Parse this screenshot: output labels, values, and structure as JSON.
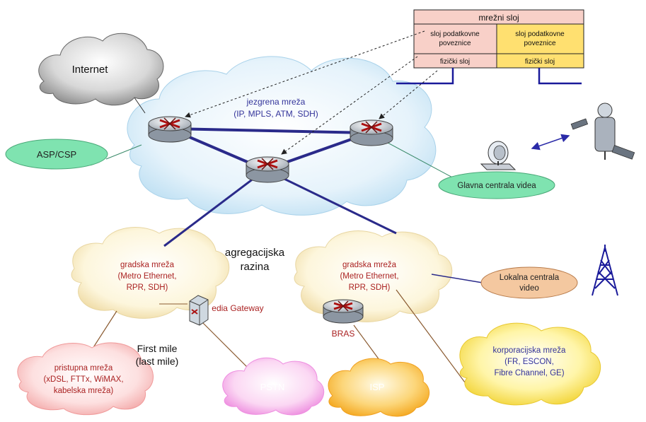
{
  "layers": {
    "network": "mrežni sloj",
    "datalink_left": [
      "sloj podatkovne",
      "poveznice"
    ],
    "datalink_right": [
      "sloj podatkovne",
      "poveznice"
    ],
    "physical_left": "fizički sloj",
    "physical_right": "fizički sloj"
  },
  "clouds": {
    "internet": "Internet",
    "core": [
      "jezgrena mreža",
      "(IP, MPLS, ATM, SDH)"
    ],
    "metro_left": [
      "gradska mreža",
      "(Metro Ethernet,",
      "RPR, SDH)"
    ],
    "metro_right": [
      "gradska mreža",
      "(Metro Ethernet,",
      "RPR, SDH)"
    ],
    "access": [
      "pristupna mreža",
      "(xDSL, FTTx, WiMAX,",
      "kabelska mreža)"
    ],
    "pstn": "PSTN",
    "isp": "ISP",
    "corporate": [
      "korporacijska mreža",
      "(FR, ESCON,",
      "Fibre Channel, GE)"
    ]
  },
  "ovals": {
    "asp": "ASP/CSP",
    "main_video": "Glavna centrala videa",
    "local_video": [
      "Lokalna centrala",
      "video"
    ]
  },
  "labels": {
    "aggregation": [
      "agregacijska",
      "razina"
    ],
    "media_gateway": "edia Gateway",
    "bras": "BRAS",
    "first_mile": [
      "First mile",
      "(last mile)"
    ]
  },
  "colors": {
    "core_link": "#2a2a8a",
    "text_blue": "#33339a",
    "text_red": "#aa2222",
    "oval_green": "#7fe3b0",
    "oval_orange": "#f4c8a0",
    "layer_pink": "#f8d0c8",
    "layer_yellow": "#ffe070"
  }
}
